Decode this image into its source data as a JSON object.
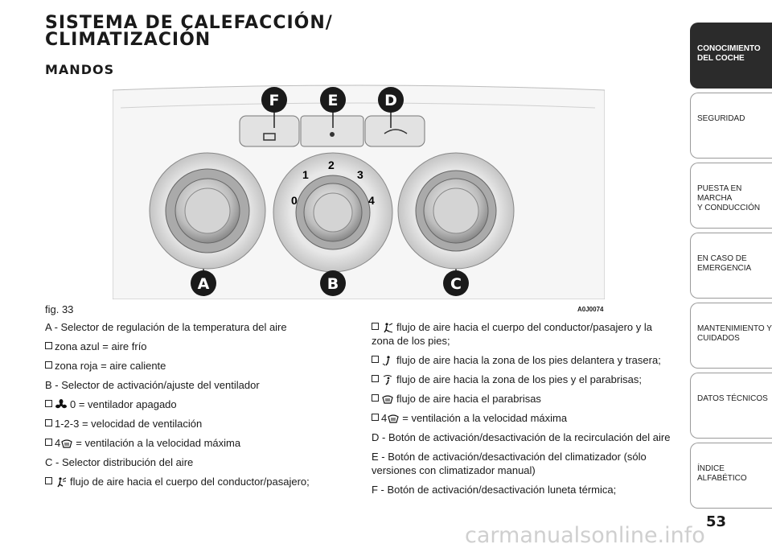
{
  "header": {
    "title_line1": "SISTEMA DE CALEFACCIÓN/",
    "title_line2": "CLIMATIZACIÓN",
    "subtitle": "MANDOS"
  },
  "figure": {
    "caption": "fig. 33",
    "code": "A0J0074",
    "callouts": [
      "F",
      "E",
      "D",
      "A",
      "B",
      "C"
    ],
    "dial_numbers": [
      "0",
      "1",
      "2",
      "3",
      "4"
    ]
  },
  "left_column": [
    "A - Selector de regulación de la temperatura del aire",
    "zona azul = aire frío",
    "zona roja = aire caliente",
    "B - Selector de activación/ajuste del ventilador",
    "0 = ventilador apagado",
    "1-2-3 = velocidad de ventilación",
    "4",
    "= ventilación a la velocidad máxima",
    "C - Selector distribución del aire",
    "flujo de aire hacia el cuerpo del conductor/pasajero;"
  ],
  "right_column": [
    "flujo de aire hacia el cuerpo del conductor/pasajero y la zona de los pies;",
    "flujo de aire hacia la zona de los pies delantera y trasera;",
    "flujo de aire hacia la zona de los pies y el parabrisas;",
    "flujo de aire hacia el parabrisas",
    "4",
    "= ventilación a la velocidad máxima",
    "D - Botón de activación/desactivación de la recirculación del aire",
    "E - Botón de activación/desactivación del climatizador (sólo versiones con climatizador manual)",
    "F - Botón de activación/desactivación luneta térmica;"
  ],
  "tabs": [
    {
      "line1": "CONOCIMIENTO",
      "line2": "DEL COCHE",
      "active": true
    },
    {
      "line1": "SEGURIDAD",
      "line2": "",
      "active": false
    },
    {
      "line1": "PUESTA EN MARCHA",
      "line2": "Y CONDUCCIÓN",
      "active": false
    },
    {
      "line1": "EN CASO DE",
      "line2": "EMERGENCIA",
      "active": false
    },
    {
      "line1": "MANTENIMIENTO Y",
      "line2": "CUIDADOS",
      "active": false
    },
    {
      "line1": "DATOS TÉCNICOS",
      "line2": "",
      "active": false
    },
    {
      "line1": "ÍNDICE ALFABÉTICO",
      "line2": "",
      "active": false
    }
  ],
  "page_number": "53",
  "watermark": "carmanualsonline.info"
}
